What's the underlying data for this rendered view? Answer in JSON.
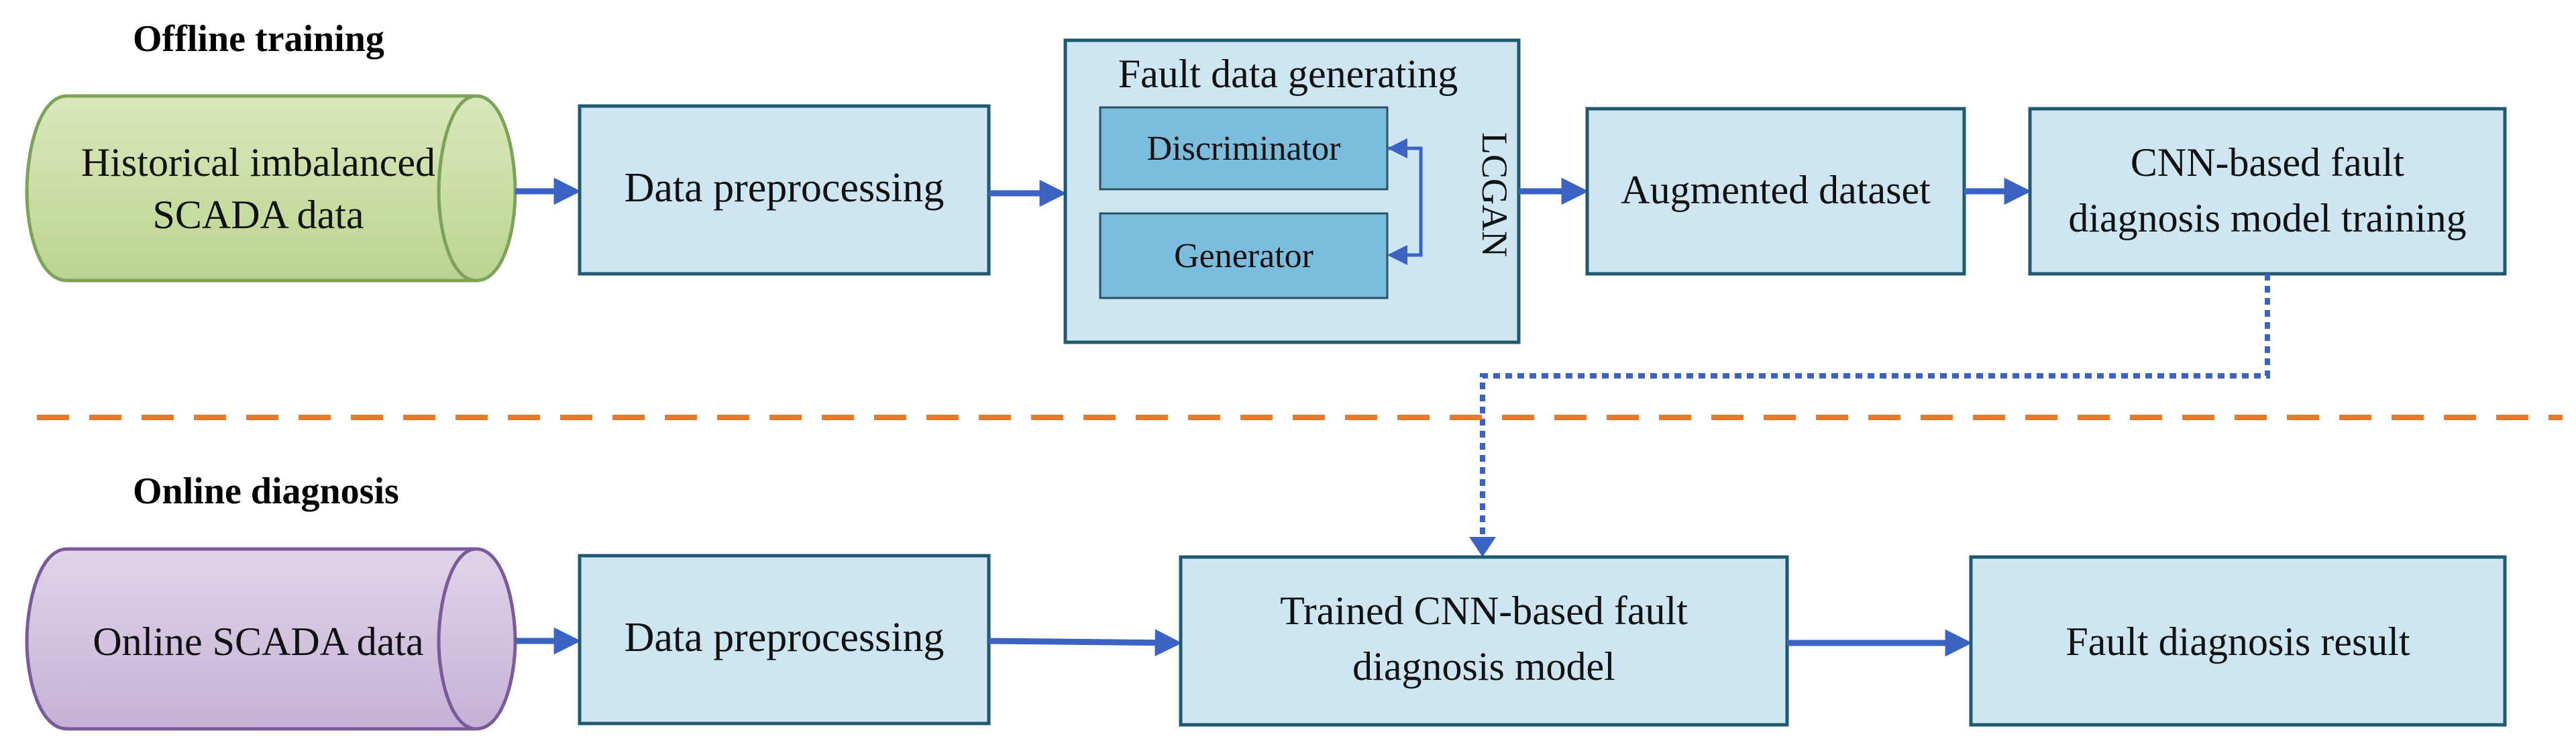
{
  "offline": {
    "title": "Offline training",
    "historical_data": [
      "Historical imbalanced",
      "SCADA  data"
    ],
    "preprocessing": "Data preprocessing",
    "fault_gen": {
      "title": "Fault data generating",
      "discriminator": "Discriminator",
      "generator": "Generator",
      "side_label": "LCGAN"
    },
    "augmented": "Augmented dataset",
    "cnn_training": [
      "CNN-based fault",
      "diagnosis model training"
    ]
  },
  "online": {
    "title": "Online diagnosis",
    "scada_data": "Online SCADA data",
    "preprocessing": "Data preprocessing",
    "trained_model": [
      "Trained CNN-based fault",
      "diagnosis model"
    ],
    "result": "Fault diagnosis result"
  },
  "colors": {
    "offline_cylinder": "#c9dba4",
    "online_cylinder": "#d5c6e0",
    "box_fill": "#cde6f2",
    "inner_box_fill": "#7cbcdc",
    "arrow": "#3a63c4",
    "divider": "#e57b2a"
  }
}
